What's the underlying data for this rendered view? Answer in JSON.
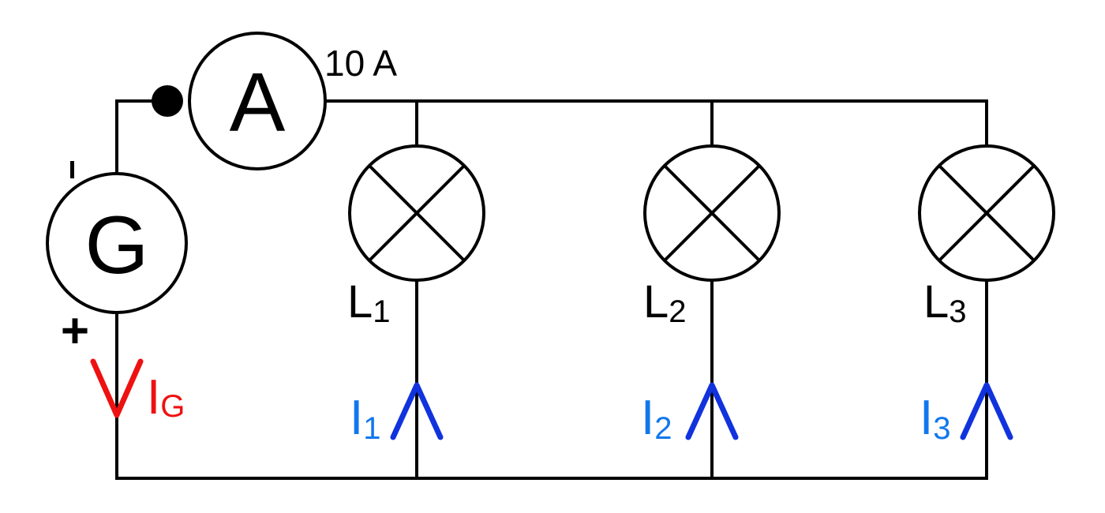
{
  "circuit": {
    "ammeter_symbol": "A",
    "ammeter_reading": "10 A",
    "generator_symbol": "G",
    "generator_minus": "-",
    "generator_plus": "+",
    "generator_current": {
      "main": "I",
      "sub": "G"
    },
    "lamps": [
      {
        "main": "L",
        "sub": "1"
      },
      {
        "main": "L",
        "sub": "2"
      },
      {
        "main": "L",
        "sub": "3"
      }
    ],
    "branch_currents": [
      {
        "main": "I",
        "sub": "1"
      },
      {
        "main": "I",
        "sub": "2"
      },
      {
        "main": "I",
        "sub": "3"
      }
    ]
  },
  "colors": {
    "wire": "#000000",
    "generator_current": "#ee1111",
    "branch_current": "#1133dd",
    "branch_current_label": "#1177ee"
  }
}
